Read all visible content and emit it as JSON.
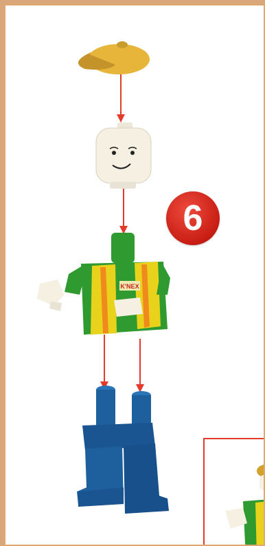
{
  "step": {
    "number": "6"
  },
  "parts": [
    {
      "name": "cap"
    },
    {
      "name": "head"
    },
    {
      "name": "torso"
    },
    {
      "name": "legs"
    }
  ],
  "logo": {
    "text": "K'NEX"
  },
  "colors": {
    "badge": "#d3261c",
    "arrow": "#e33a2c",
    "cap": "#d3a22b",
    "head": "#f5f0e1",
    "torso": "#2f9a2f",
    "vest": "#e8d21b",
    "legs": "#1e5f9e",
    "frame": "#e0a771"
  }
}
